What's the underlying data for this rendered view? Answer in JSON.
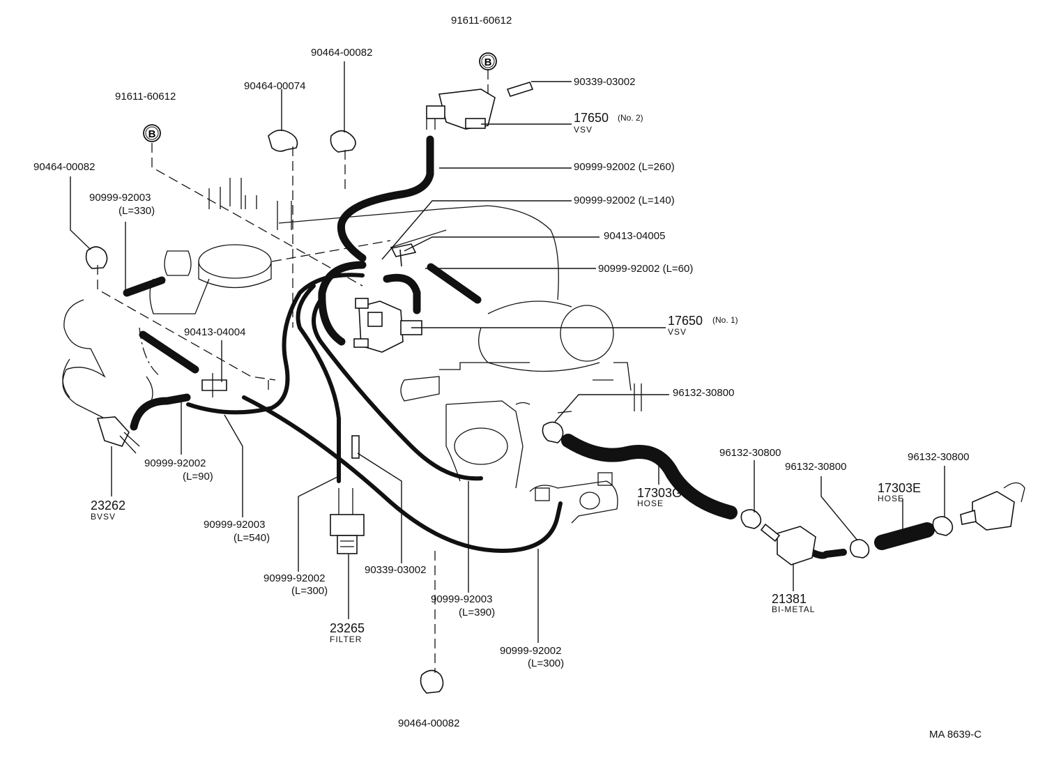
{
  "parts": [
    {
      "id": "p1",
      "lines": [
        "91611-60612"
      ]
    },
    {
      "id": "p2",
      "lines": [
        "90464-00082"
      ]
    },
    {
      "id": "p3",
      "lines": [
        "90339-03002"
      ]
    },
    {
      "id": "p4",
      "lines": [
        "17650",
        "(No. 2)",
        "VSV"
      ]
    },
    {
      "id": "p5",
      "lines": [
        "91611-60612"
      ]
    },
    {
      "id": "p6",
      "lines": [
        "90464-00074"
      ]
    },
    {
      "id": "p7",
      "lines": [
        "90464-00082"
      ]
    },
    {
      "id": "p8",
      "lines": [
        "90999-92003",
        "(L=330)"
      ]
    },
    {
      "id": "p9",
      "lines": [
        "90999-92002 (L=260)"
      ]
    },
    {
      "id": "p10",
      "lines": [
        "90999-92002 (L=140)"
      ]
    },
    {
      "id": "p11",
      "lines": [
        "90413-04005"
      ]
    },
    {
      "id": "p12",
      "lines": [
        "90999-92002 (L=60)"
      ]
    },
    {
      "id": "p13",
      "lines": [
        "17650",
        "(No. 1)",
        "VSV"
      ]
    },
    {
      "id": "p14",
      "lines": [
        "90413-04004"
      ]
    },
    {
      "id": "p15",
      "lines": [
        "96132-30800"
      ]
    },
    {
      "id": "p16",
      "lines": [
        "96132-30800"
      ]
    },
    {
      "id": "p17",
      "lines": [
        "96132-30800"
      ]
    },
    {
      "id": "p18",
      "lines": [
        "96132-30800"
      ]
    },
    {
      "id": "p19",
      "lines": [
        "17303G",
        "HOSE"
      ]
    },
    {
      "id": "p20",
      "lines": [
        "17303E",
        "HOSE"
      ]
    },
    {
      "id": "p21",
      "lines": [
        "90999-92002",
        "(L=90)"
      ]
    },
    {
      "id": "p22",
      "lines": [
        "23262",
        "BVSV"
      ]
    },
    {
      "id": "p23",
      "lines": [
        "90999-92003",
        "(L=540)"
      ]
    },
    {
      "id": "p24",
      "lines": [
        "90999-92002",
        "(L=300)"
      ]
    },
    {
      "id": "p25",
      "lines": [
        "90339-03002"
      ]
    },
    {
      "id": "p26",
      "lines": [
        "90999-92003",
        "(L=390)"
      ]
    },
    {
      "id": "p27",
      "lines": [
        "23265",
        "FILTER"
      ]
    },
    {
      "id": "p28",
      "lines": [
        "90999-92002",
        "(L=300)"
      ]
    },
    {
      "id": "p29",
      "lines": [
        "21381",
        "BI-METAL"
      ]
    },
    {
      "id": "p30",
      "lines": [
        "90464-00082"
      ]
    }
  ],
  "markers": [
    {
      "id": "m1",
      "text": "B"
    },
    {
      "id": "m2",
      "text": "B"
    }
  ],
  "drawing_code": "MA  8639-C"
}
